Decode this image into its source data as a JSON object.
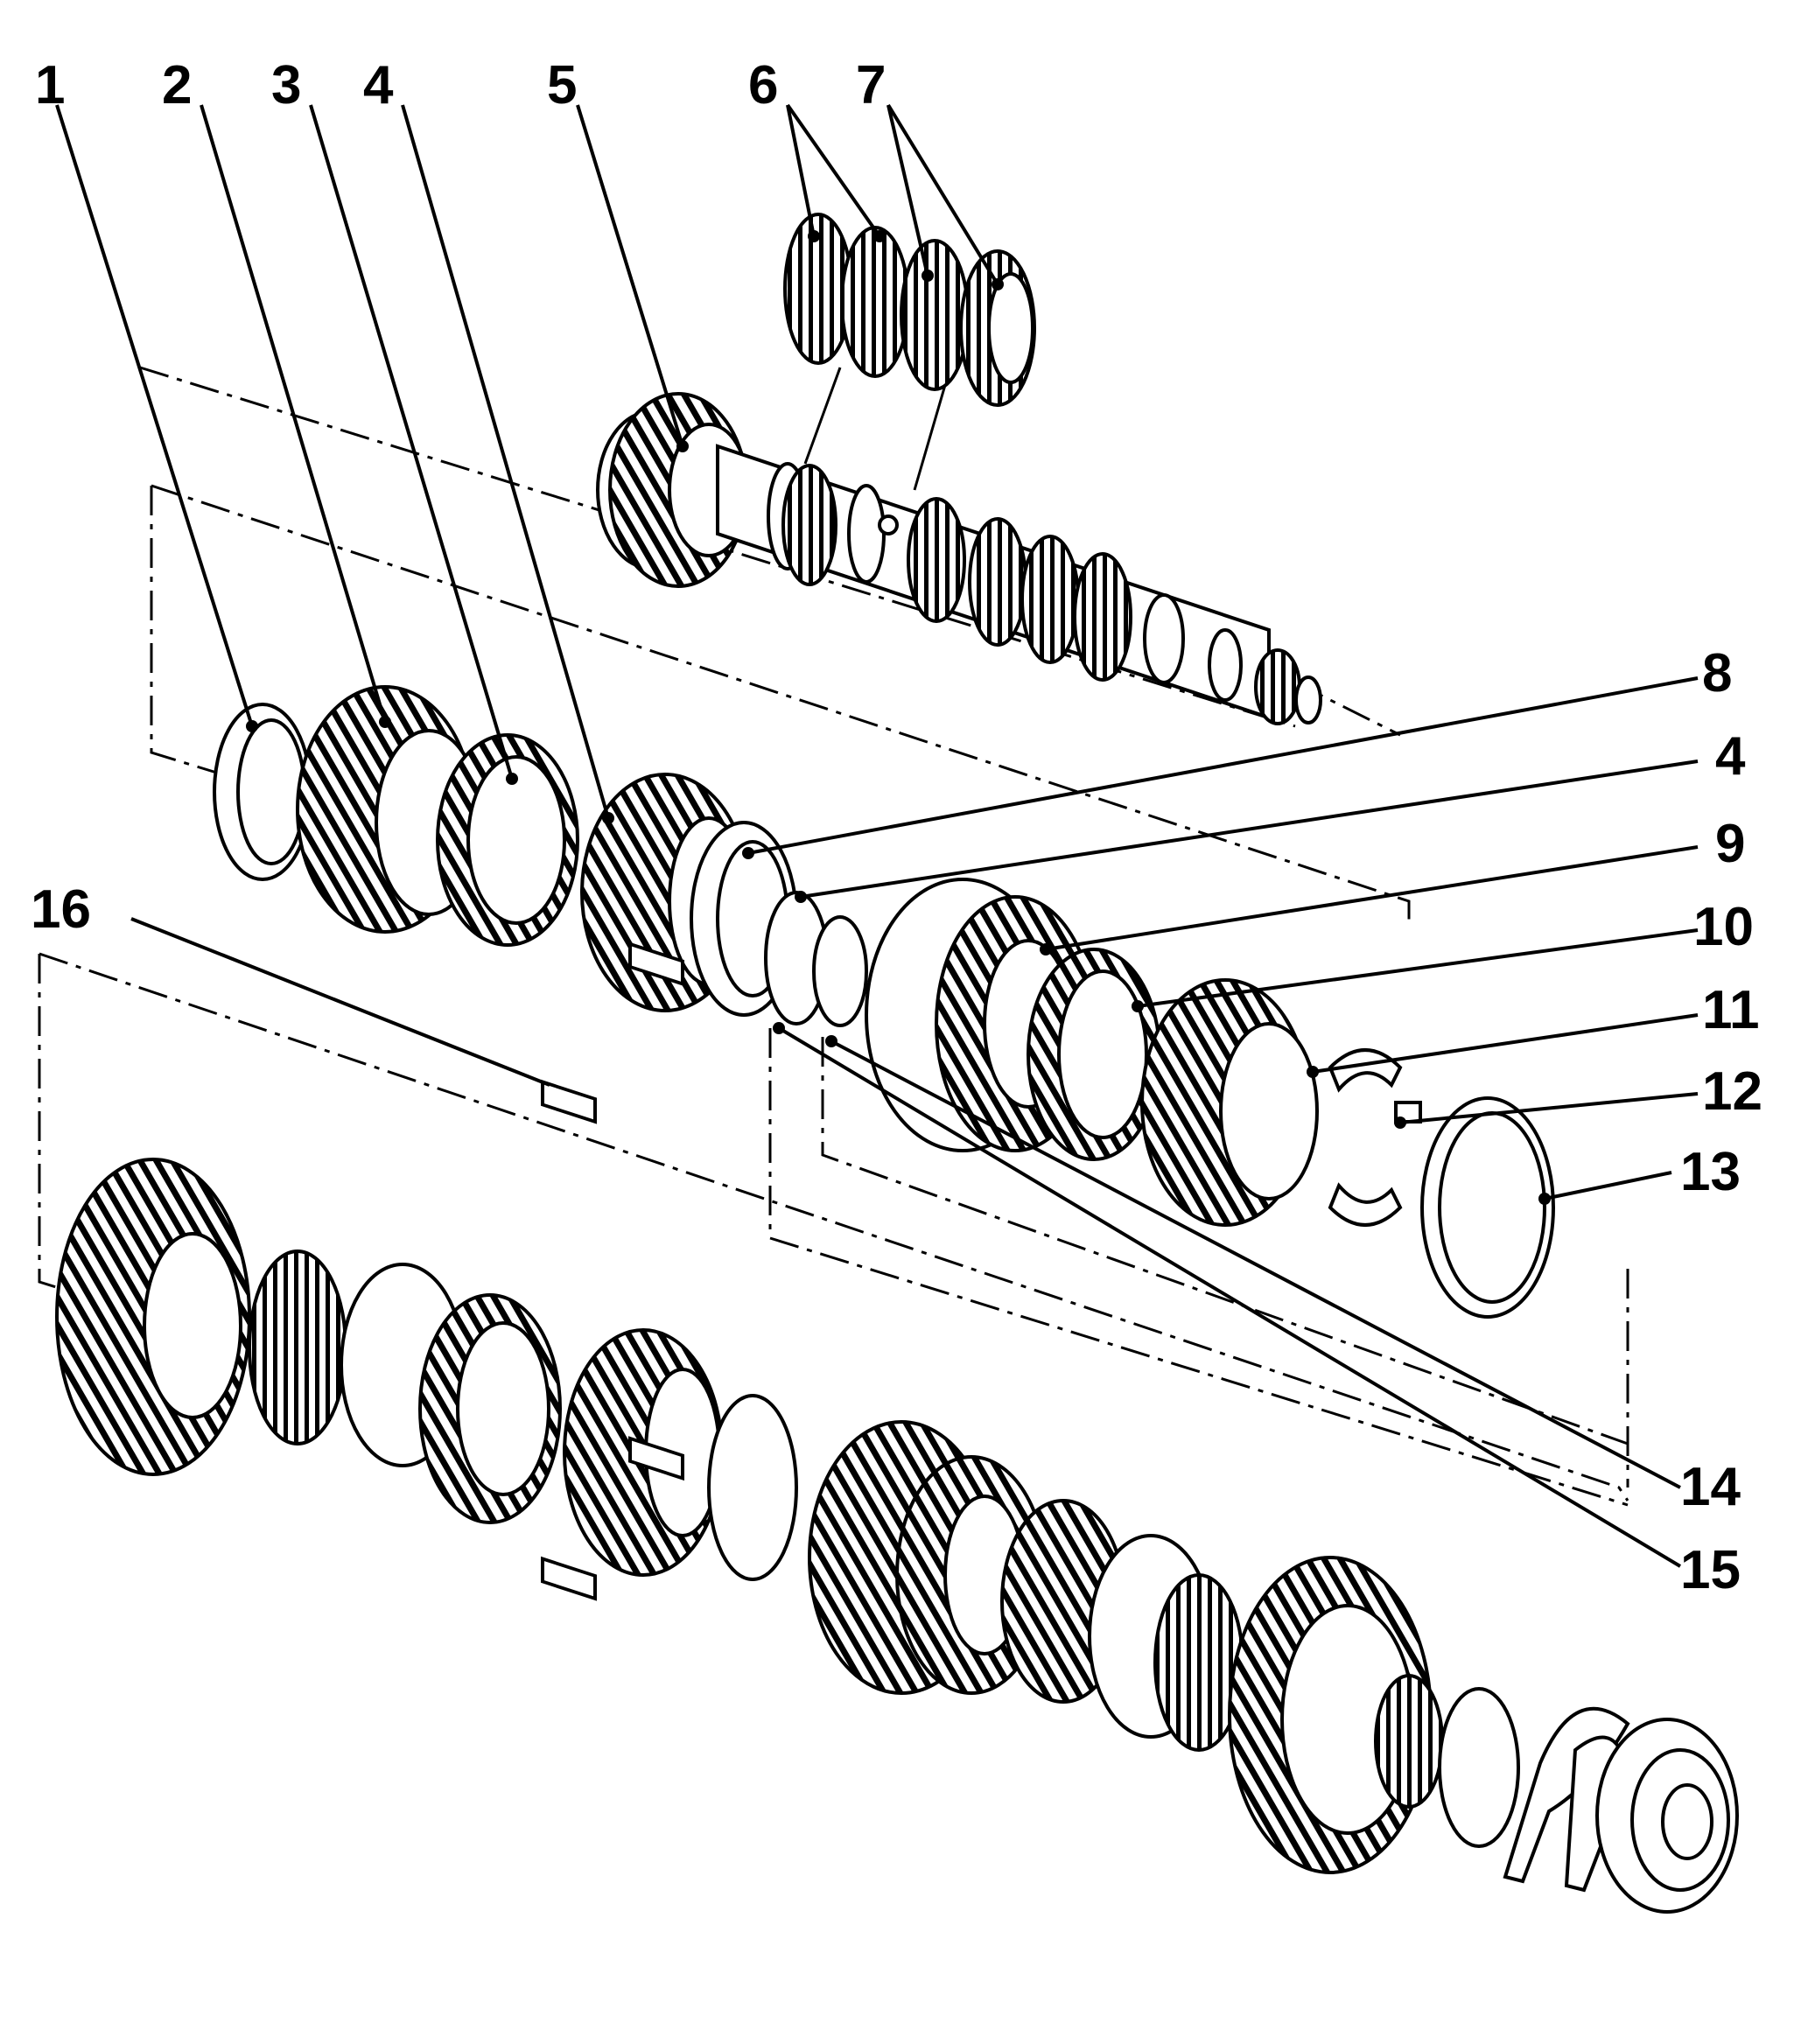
{
  "callouts": {
    "c1": "1",
    "c2": "2",
    "c3": "3",
    "c4a": "4",
    "c5": "5",
    "c6": "6",
    "c7": "7",
    "c8": "8",
    "c4b": "4",
    "c9": "9",
    "c10": "10",
    "c11": "11",
    "c12": "12",
    "c13": "13",
    "c14": "14",
    "c15": "15",
    "c16": "16"
  },
  "colors": {
    "ink": "#000000",
    "paper": "#ffffff"
  }
}
